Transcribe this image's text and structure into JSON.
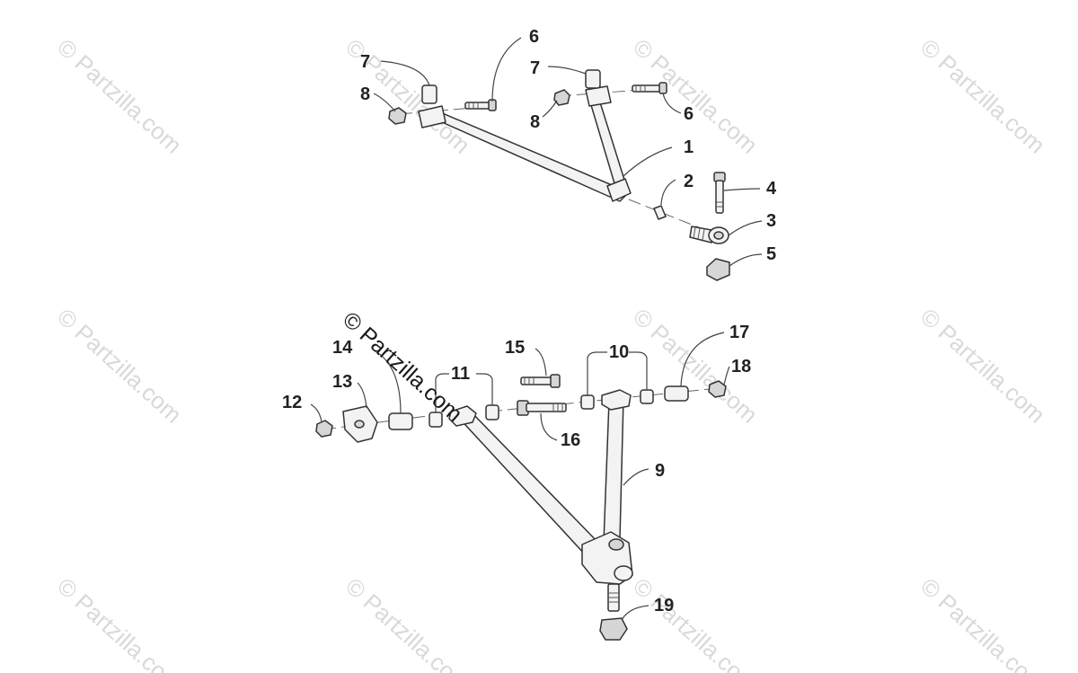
{
  "watermark": {
    "text": "© Partzilla.com",
    "main_text": "© Partzilla.com"
  },
  "callouts": {
    "c1": "1",
    "c2": "2",
    "c3": "3",
    "c4": "4",
    "c5": "5",
    "c6a": "6",
    "c6b": "6",
    "c7a": "7",
    "c7b": "7",
    "c8a": "8",
    "c8b": "8",
    "c9": "9",
    "c10": "10",
    "c11": "11",
    "c12": "12",
    "c13": "13",
    "c14": "14",
    "c15": "15",
    "c16": "16",
    "c17": "17",
    "c18": "18",
    "c19": "19"
  }
}
